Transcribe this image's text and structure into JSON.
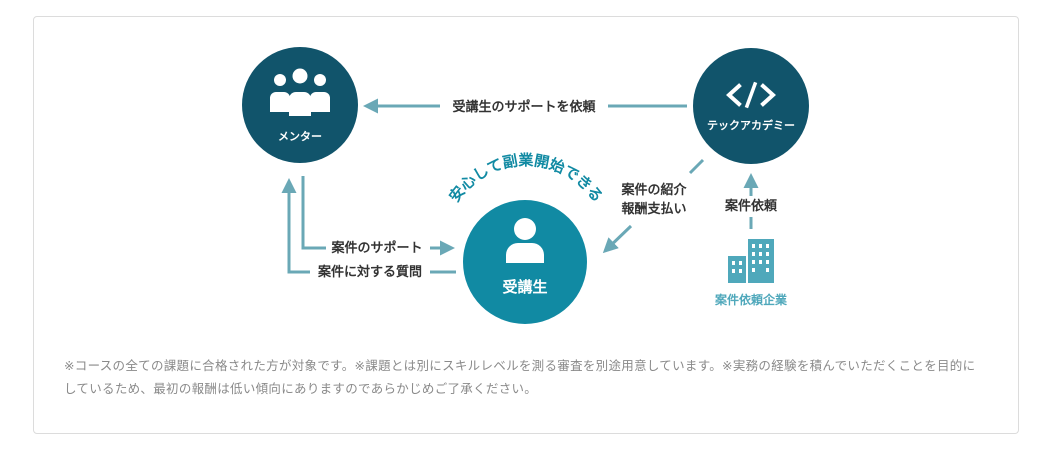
{
  "nodes": {
    "mentor": "メンター",
    "tech_academy": "テックアカデミー",
    "student": "受講生",
    "company": "案件依頼企業"
  },
  "arcs": {
    "student_tagline": "安心して副業開始できる"
  },
  "edges": {
    "academy_to_mentor": "受講生のサポートを依頼",
    "academy_to_student_line1": "案件の紹介",
    "academy_to_student_line2": "報酬支払い",
    "company_to_academy": "案件依頼",
    "mentor_to_student": "案件のサポート",
    "student_to_mentor": "案件に対する質問"
  },
  "icons": {
    "mentor": "group-icon",
    "tech_academy": "code-brackets-icon",
    "student": "person-icon",
    "company": "buildings-icon"
  },
  "colors": {
    "dark_circle": "#11546b",
    "student_circle": "#118aa3",
    "arrow": "#6aa8b6",
    "company_text": "#4fa8bb",
    "label_text": "#333333",
    "note_text": "#8a8a8a"
  },
  "note": "※コースの全ての課題に合格された方が対象です。※課題とは別にスキルレベルを測る審査を別途用意しています。※実務の経験を積んでいただくことを目的にしているため、最初の報酬は低い傾向にありますのであらかじめご了承ください。"
}
